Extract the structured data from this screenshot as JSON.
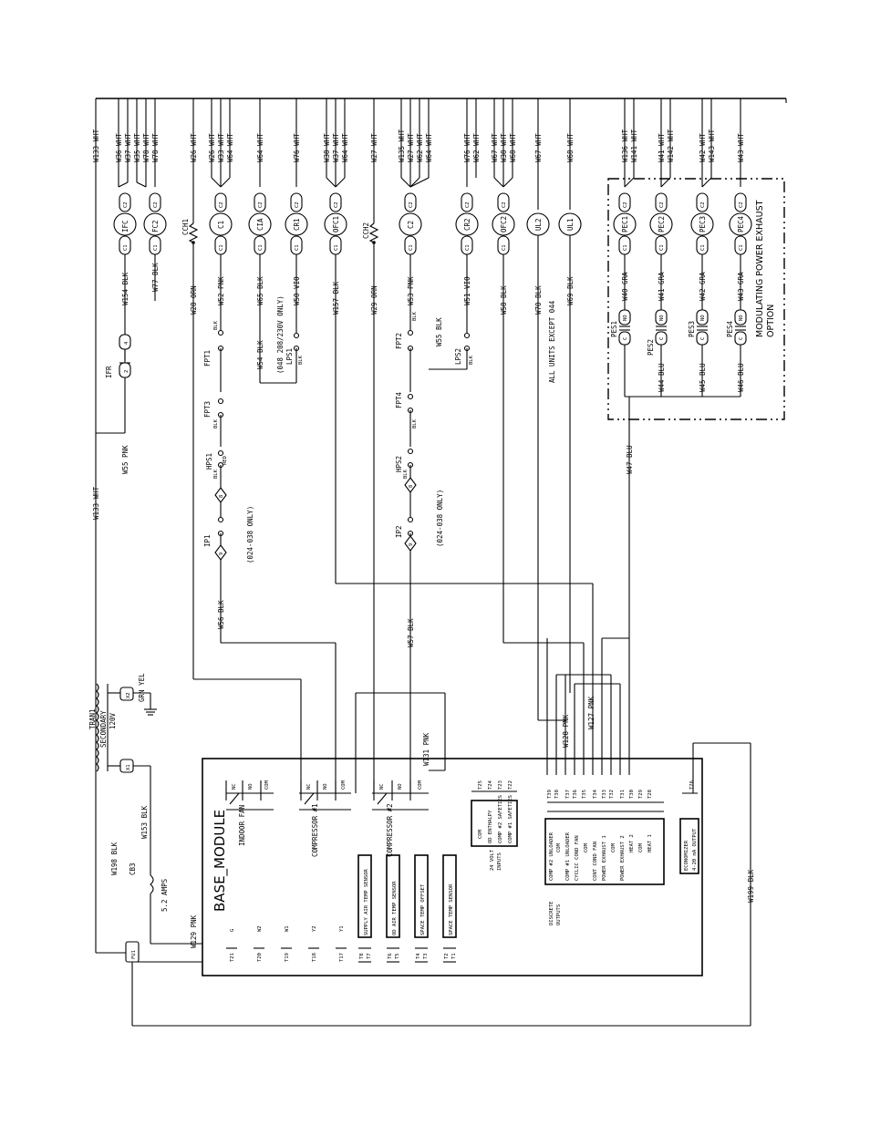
{
  "module": {
    "title": "BASE_MODULE"
  },
  "top_wires": [
    "W133 WHT",
    "W36 WHT",
    "W37 WHT",
    "W35 WHT",
    "W78 WHT",
    "W78 WHT",
    "W26 WHT",
    "W26 WHT",
    "W33 WHT",
    "W64 WHT",
    "W64 WHT",
    "W76 WHT",
    "W38 WHT",
    "W37 WHT",
    "W64 WHT",
    "W27 WHT",
    "W135 WHT",
    "W27 WHT",
    "W62 WHT",
    "W64 WHT",
    "W76 WHT",
    "W62 WHT",
    "W67 WHT",
    "W38 WHT",
    "W68 WHT",
    "W67 WHT",
    "W68 WHT",
    "W136 WHT",
    "W141 WHT",
    "W41 WHT",
    "W142 WHT",
    "W42 WHT",
    "W143 WHT",
    "W43 WHT"
  ],
  "loads": [
    "IFC",
    "FC2",
    "C1",
    "CIA",
    "CR1",
    "OFC1",
    "C2",
    "CR2",
    "OFC2",
    "UL2",
    "UL1",
    "PEC1",
    "PEC2",
    "PEC3",
    "PEC4"
  ],
  "terminals": {
    "c1": "C1",
    "c2": "C2",
    "no": "NO",
    "c": "C"
  },
  "heaters": [
    "CCH1",
    "CCH2"
  ],
  "load_wires": [
    "W154 BLK",
    "W77 BLK",
    "W28 ORN",
    "W52 PNK",
    "W65 BLK",
    "W50 VIO",
    "W157 BLK",
    "W29 ORN",
    "W53 PNK",
    "W51 VIO",
    "W58 BLK",
    "W70 BLK",
    "W69 BLK"
  ],
  "mid_wires": [
    "W55 PNK",
    "W133 WHT",
    "W54 BLK",
    "W55 BLK",
    "W56 BLK",
    "W57 BLK",
    "W47 BLU",
    "W128 PNK",
    "W127 PNK",
    "W131 PNK",
    "W129 PNK",
    "W153 BLK",
    "W198 BLK",
    "W199 BLK"
  ],
  "pe_wires": [
    "W40 GRA",
    "W41 GRA",
    "W42 GRA",
    "W43 GRA",
    "W44 BLU",
    "W45 BLU",
    "W46 BLU"
  ],
  "switches": [
    "IFR",
    "FPT1",
    "FPT3",
    "HPS1",
    "IP1",
    "LPS1",
    "FPT2",
    "FPT4",
    "HPS2",
    "IP2",
    "LPS2",
    "PES1",
    "PES2",
    "PES3",
    "PES4"
  ],
  "pins": [
    "2",
    "4",
    "8",
    "9",
    "8",
    "9"
  ],
  "labels": {
    "only_024_038": "(024-038 ONLY)",
    "only_048": "(048 208/230V ONLY)",
    "all_units": "ALL UNITS EXCEPT 044",
    "blk": "BLK",
    "red": "RED",
    "tran1": "TRAN1",
    "secondary": "SECONDARY",
    "v120": "120V",
    "grn_yel": "GRN YEL",
    "x1": "X1",
    "x2": "X2",
    "fu1": "FU1",
    "cb3": "CB3",
    "amps": "5.2 AMPS",
    "mpe1": "MODULATING POWER EXHAUST",
    "mpe2": "OPTION"
  },
  "relays": [
    "INDOOR FAN",
    "COMPRESSOR #1",
    "COMPRESSOR #2"
  ],
  "relay_contacts": [
    "NC",
    "NO",
    "COM"
  ],
  "sensors": [
    "SUPPLY AIR TEMP SENSOR",
    "OD AIR TEMP SENSOR",
    "SPACE TEMP OFFSET",
    "SPACE TEMP SENSOR"
  ],
  "thermostat": [
    {
      "t": "T21",
      "n": "G"
    },
    {
      "t": "T20",
      "n": "W2"
    },
    {
      "t": "T19",
      "n": "W1"
    },
    {
      "t": "T18",
      "n": "Y2"
    },
    {
      "t": "T17",
      "n": "Y1"
    }
  ],
  "sensor_terminals": [
    "T8",
    "T7",
    "T6",
    "T5",
    "T4",
    "T3",
    "T2",
    "T1"
  ],
  "inputs": {
    "heading1": "24 VOLT",
    "heading2": "INPUTS",
    "items": [
      "COM",
      "OD ENTHALPY",
      "COMP #2 SAFETIES",
      "COMP #1 SAFETIES"
    ],
    "terminals": [
      "T25",
      "T24",
      "T23",
      "T22"
    ]
  },
  "outputs": {
    "heading1": "DISCRETE",
    "heading2": "OUTPUTS",
    "items": [
      "COMP #2 UNLOADER",
      "COM",
      "COMP #1 UNLOADER",
      "CYCLIC COND FAN",
      "COM",
      "CONT COND FAN",
      "POWER EXHAUST 1",
      "COM",
      "POWER EXHAUST 2",
      "HEAT 2",
      "COM",
      "HEAT 1"
    ],
    "terminals": [
      "T39",
      "T38",
      "T37",
      "T36",
      "T35",
      "T34",
      "T33",
      "T32",
      "T31",
      "T30",
      "T29",
      "T28"
    ]
  },
  "economizer": {
    "line1": "ECONOMIZER",
    "line2": "4-20 mA OUTPUT",
    "terminal": "T26"
  }
}
